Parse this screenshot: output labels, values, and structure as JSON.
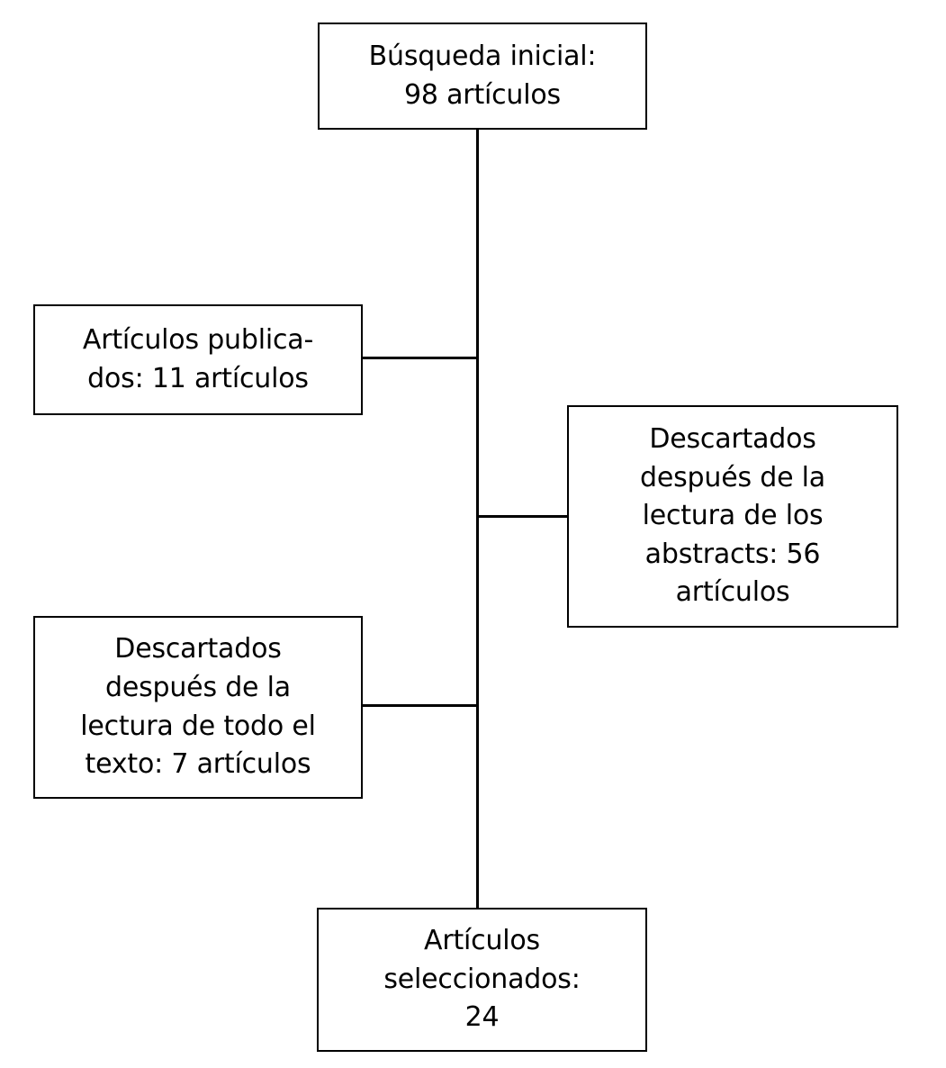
{
  "diagram": {
    "type": "flowchart",
    "title": "Diagrama de flujo de seleccion de articulos",
    "language": "es",
    "colors": {
      "background": "#ffffff",
      "stroke": "#000000",
      "text": "#000000"
    },
    "nodes": [
      {
        "id": "initial-search",
        "label": "Búsqueda inicial:\n98 artículos",
        "lines": [
          "Búsqueda inicial:",
          "98 artículos"
        ],
        "count": 98,
        "stage": "Búsqueda inicial"
      },
      {
        "id": "published",
        "label": "Artículos publica-\ndos: 11 artículos",
        "lines": [
          "Artículos publica-",
          "dos: 11 artículos"
        ],
        "count": 11,
        "stage": "Artículos publicados"
      },
      {
        "id": "discarded-abstracts",
        "label": "Descartados\ndespués de la\nlectura de los\nabstracts: 56\nartículos",
        "lines": [
          "Descartados",
          "después de la",
          "lectura de los",
          "abstracts: 56",
          "artículos"
        ],
        "count": 56,
        "stage": "Descartados después de la lectura de los abstracts"
      },
      {
        "id": "discarded-fulltext",
        "label": "Descartados\ndespués de la\nlectura de todo el\ntexto: 7 artículos",
        "lines": [
          "Descartados",
          "después de la",
          "lectura de todo el",
          "texto: 7 artículos"
        ],
        "count": 7,
        "stage": "Descartados después de la lectura de todo el texto"
      },
      {
        "id": "selected",
        "label": "Artículos\nseleccionados:\n24",
        "lines": [
          "Artículos",
          "seleccionados:",
          "24"
        ],
        "count": 24,
        "stage": "Artículos seleccionados"
      }
    ],
    "edges": [
      {
        "id": "spine-main",
        "from": "initial-search",
        "to": "selected",
        "orientation": "vertical"
      },
      {
        "id": "link-published",
        "from": "spine",
        "to": "published",
        "orientation": "horizontal"
      },
      {
        "id": "link-discarded-abstracts",
        "from": "spine",
        "to": "discarded-abstracts",
        "orientation": "horizontal"
      },
      {
        "id": "link-discarded-fulltext",
        "from": "spine",
        "to": "discarded-fulltext",
        "orientation": "horizontal"
      }
    ]
  }
}
